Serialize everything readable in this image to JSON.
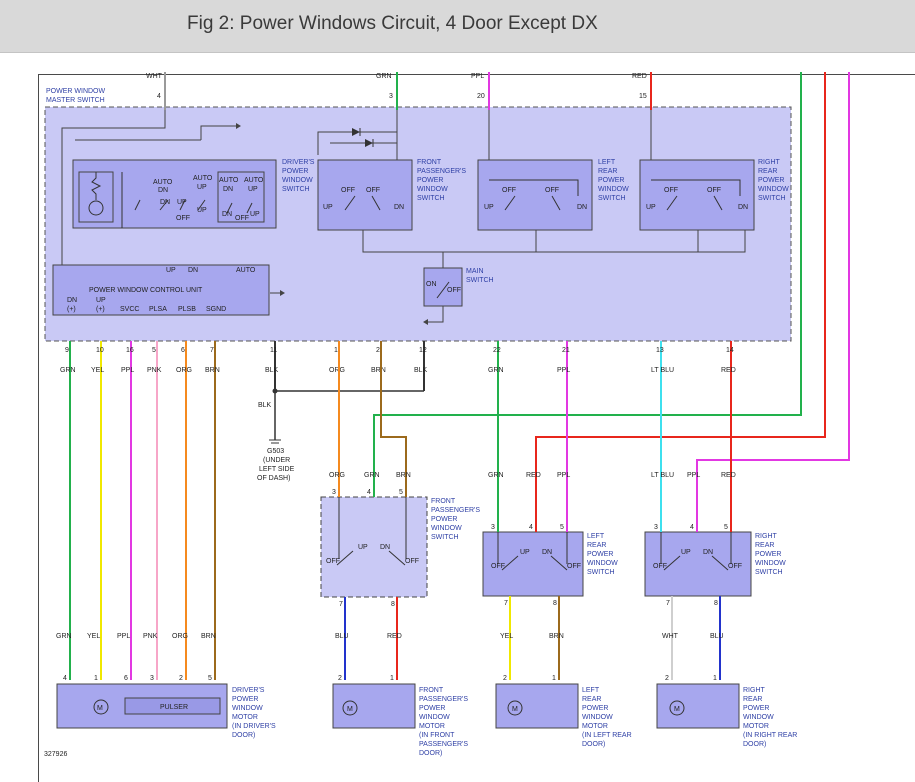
{
  "header": {
    "title": "Fig 2: Power Windows Circuit, 4 Door Except DX"
  },
  "diagram_id": "327926",
  "master": {
    "label1": "POWER WINDOW",
    "label2": "MASTER SWITCH",
    "top_wires": [
      {
        "pin": "4",
        "color": "WHT",
        "hex": "#9a9a9a"
      },
      {
        "pin": "3",
        "color": "GRN",
        "hex": "#22b14c"
      },
      {
        "pin": "20",
        "color": "PPL",
        "hex": "#e238e2"
      },
      {
        "pin": "15",
        "color": "RED",
        "hex": "#e8261c"
      }
    ],
    "drivers_switch": [
      "DRIVER'S",
      "POWER",
      "WINDOW",
      "SWITCH"
    ],
    "front_pass_switch": [
      "FRONT",
      "PASSENGER'S",
      "POWER",
      "WINDOW",
      "SWITCH"
    ],
    "left_rear_switch": [
      "LEFT",
      "REAR",
      "POWER",
      "WINDOW",
      "SWITCH"
    ],
    "right_rear_switch": [
      "RIGHT",
      "REAR",
      "POWER",
      "WINDOW",
      "SWITCH"
    ],
    "main_switch": [
      "MAIN",
      "SWITCH"
    ],
    "control_unit": "POWER WINDOW CONTROL UNIT",
    "cu_pins": [
      "DN",
      "UP",
      "SVCC",
      "PLSA",
      "PLSB",
      "SGND"
    ],
    "cu_signs": [
      "(+)",
      "(+)"
    ],
    "cu_inputs": [
      "UP",
      "DN",
      "AUTO"
    ],
    "sw_labels": {
      "up": "UP",
      "dn": "DN",
      "off": "OFF",
      "on": "ON",
      "auto": "AUTO"
    }
  },
  "bottom_wires": [
    {
      "pin": "9",
      "color": "GRN",
      "hex": "#22b14c"
    },
    {
      "pin": "10",
      "color": "YEL",
      "hex": "#f0e800"
    },
    {
      "pin": "16",
      "color": "PPL",
      "hex": "#e238e2"
    },
    {
      "pin": "5",
      "color": "PNK",
      "hex": "#f7a6c8"
    },
    {
      "pin": "6",
      "color": "ORG",
      "hex": "#f58a1f"
    },
    {
      "pin": "7",
      "color": "BRN",
      "hex": "#9c6a1c"
    },
    {
      "pin": "11",
      "color": "BLK",
      "hex": "#333333"
    },
    {
      "pin": "1",
      "color": "ORG",
      "hex": "#f58a1f"
    },
    {
      "pin": "2",
      "color": "BRN",
      "hex": "#9c6a1c"
    },
    {
      "pin": "12",
      "color": "BLK",
      "hex": "#333333"
    },
    {
      "pin": "22",
      "color": "GRN",
      "hex": "#22b14c"
    },
    {
      "pin": "21",
      "color": "PPL",
      "hex": "#e238e2"
    },
    {
      "pin": "13",
      "color": "LT BLU",
      "hex": "#3ee0ee"
    },
    {
      "pin": "14",
      "color": "RED",
      "hex": "#e8261c"
    }
  ],
  "ground": {
    "wire": "BLK",
    "id": "G503",
    "loc": [
      "(UNDER",
      "LEFT SIDE",
      "OF DASH)"
    ]
  },
  "door_switches": [
    {
      "name": [
        "FRONT",
        "PASSENGER'S",
        "POWER",
        "WINDOW",
        "SWITCH"
      ],
      "in": [
        {
          "pin": "3",
          "color": "ORG"
        },
        {
          "pin": "4",
          "color": "GRN"
        },
        {
          "pin": "5",
          "color": "BRN"
        }
      ],
      "out": [
        {
          "pin": "7",
          "color": "BLU"
        },
        {
          "pin": "8",
          "color": "RED"
        }
      ]
    },
    {
      "name": [
        "LEFT",
        "REAR",
        "POWER",
        "WINDOW",
        "SWITCH"
      ],
      "in": [
        {
          "pin": "3",
          "color": "GRN"
        },
        {
          "pin": "4",
          "color": "RED"
        },
        {
          "pin": "5",
          "color": "PPL"
        }
      ],
      "out": [
        {
          "pin": "7",
          "color": "YEL"
        },
        {
          "pin": "8",
          "color": "BRN"
        }
      ]
    },
    {
      "name": [
        "RIGHT",
        "REAR",
        "POWER",
        "WINDOW",
        "SWITCH"
      ],
      "in": [
        {
          "pin": "3",
          "color": "LT BLU"
        },
        {
          "pin": "4",
          "color": "PPL"
        },
        {
          "pin": "5",
          "color": "RED"
        }
      ],
      "out": [
        {
          "pin": "7",
          "color": "WHT"
        },
        {
          "pin": "8",
          "color": "BLU"
        }
      ]
    }
  ],
  "motors": [
    {
      "name": [
        "DRIVER'S",
        "POWER",
        "WINDOW",
        "MOTOR",
        "(IN DRIVER'S",
        "DOOR)"
      ],
      "pins": [
        "4",
        "1",
        "6",
        "3",
        "2",
        "5"
      ],
      "colors": [
        "GRN",
        "YEL",
        "PPL",
        "PNK",
        "ORG",
        "BRN"
      ],
      "pulser": "PULSER"
    },
    {
      "name": [
        "FRONT",
        "PASSENGER'S",
        "POWER",
        "WINDOW",
        "MOTOR",
        "(IN FRONT",
        "PASSENGER'S",
        "DOOR)"
      ],
      "pins": [
        "2",
        "1"
      ],
      "colors": [
        "BLU",
        "RED"
      ]
    },
    {
      "name": [
        "LEFT",
        "REAR",
        "POWER",
        "WINDOW",
        "MOTOR",
        "(IN LEFT REAR",
        "DOOR)"
      ],
      "pins": [
        "2",
        "1"
      ],
      "colors": [
        "YEL",
        "BRN"
      ]
    },
    {
      "name": [
        "RIGHT",
        "REAR",
        "POWER",
        "WINDOW",
        "MOTOR",
        "(IN RIGHT REAR",
        "DOOR)"
      ],
      "pins": [
        "2",
        "1"
      ],
      "colors": [
        "WHT",
        "BLU"
      ]
    }
  ]
}
